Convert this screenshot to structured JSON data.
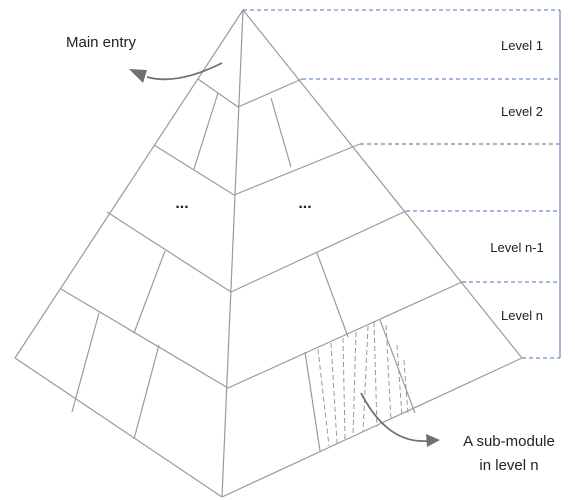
{
  "annotations": {
    "main_entry": "Main entry",
    "sub_module_line1": "A sub-module",
    "sub_module_line2": "in level n"
  },
  "levels": [
    {
      "label": "Level 1"
    },
    {
      "label": "Level 2"
    },
    {
      "label": "Level n-1"
    },
    {
      "label": "Level n"
    }
  ],
  "ellipsis": [
    "...",
    "..."
  ],
  "colors": {
    "pyramid_stroke": "#9a9a9a",
    "level_guide": "#4a72b8",
    "arrow": "#707070",
    "text": "#222222"
  }
}
